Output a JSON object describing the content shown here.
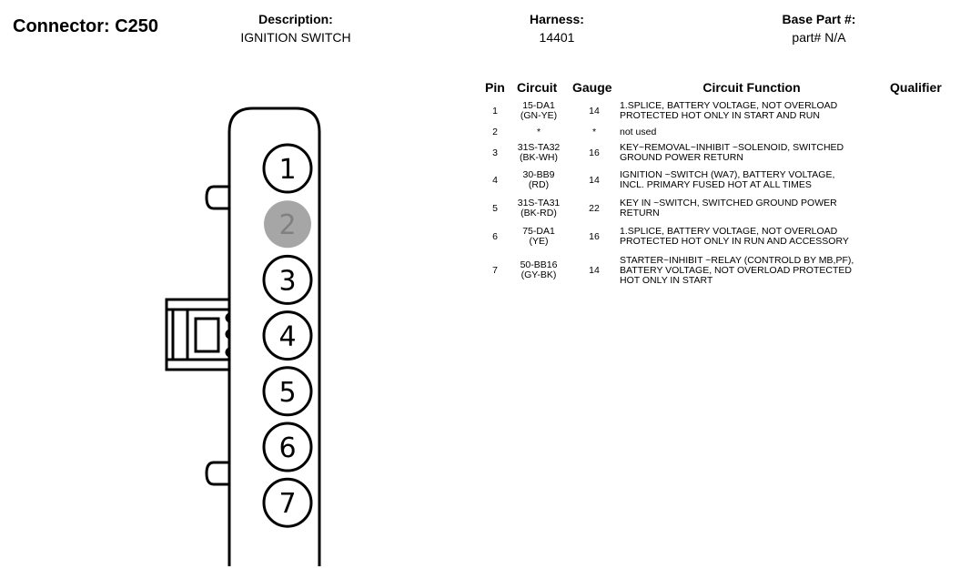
{
  "connector": {
    "title": "Connector: C250"
  },
  "header": {
    "description_label": "Description:",
    "description_value": "IGNITION SWITCH",
    "harness_label": "Harness:",
    "harness_value": "14401",
    "base_part_label": "Base Part #:",
    "base_part_value": "part# N/A"
  },
  "table": {
    "columns": [
      "Pin",
      "Circuit",
      "Gauge",
      "Circuit Function",
      "Qualifier"
    ],
    "rows": [
      {
        "pin": "1",
        "circuit": [
          "15-DA1",
          "(GN-YE)"
        ],
        "gauge": "14",
        "function": [
          "1.SPLICE, BATTERY VOLTAGE, NOT OVERLOAD",
          "PROTECTED HOT ONLY IN START AND RUN"
        ],
        "qualifier": ""
      },
      {
        "pin": "2",
        "circuit": [
          "*"
        ],
        "gauge": "*",
        "function": [
          "not used"
        ],
        "qualifier": ""
      },
      {
        "pin": "3",
        "circuit": [
          "31S-TA32",
          "(BK-WH)"
        ],
        "gauge": "16",
        "function": [
          "KEY~REMOVAL~INHIBIT ~SOLENOID, SWITCHED",
          "GROUND POWER RETURN"
        ],
        "qualifier": ""
      },
      {
        "pin": "4",
        "circuit": [
          "30-BB9",
          "(RD)"
        ],
        "gauge": "14",
        "function": [
          "IGNITION ~SWITCH (WA7), BATTERY VOLTAGE,",
          "INCL. PRIMARY FUSED HOT AT ALL TIMES"
        ],
        "qualifier": ""
      },
      {
        "pin": "5",
        "circuit": [
          "31S-TA31",
          "(BK-RD)"
        ],
        "gauge": "22",
        "function": [
          "KEY IN ~SWITCH, SWITCHED GROUND POWER",
          "RETURN"
        ],
        "qualifier": ""
      },
      {
        "pin": "6",
        "circuit": [
          "75-DA1",
          "(YE)"
        ],
        "gauge": "16",
        "function": [
          "1.SPLICE, BATTERY VOLTAGE, NOT OVERLOAD",
          "PROTECTED HOT ONLY IN RUN AND ACCESSORY"
        ],
        "qualifier": ""
      },
      {
        "pin": "7",
        "circuit": [
          "50-BB16",
          "(GY-BK)"
        ],
        "gauge": "14",
        "function": [
          "STARTER~INHIBIT ~RELAY (CONTROLD BY MB,PF),",
          "BATTERY VOLTAGE, NOT OVERLOAD PROTECTED",
          "HOT ONLY IN START"
        ],
        "qualifier": ""
      }
    ]
  },
  "diagram": {
    "pins": [
      {
        "label": "1",
        "used": true
      },
      {
        "label": "2",
        "used": false
      },
      {
        "label": "3",
        "used": true
      },
      {
        "label": "4",
        "used": true
      },
      {
        "label": "5",
        "used": true
      },
      {
        "label": "6",
        "used": true
      },
      {
        "label": "7",
        "used": true
      }
    ],
    "colors": {
      "stroke": "#000000",
      "unused_fill": "#a6a6a6",
      "unused_text": "#808080"
    }
  }
}
